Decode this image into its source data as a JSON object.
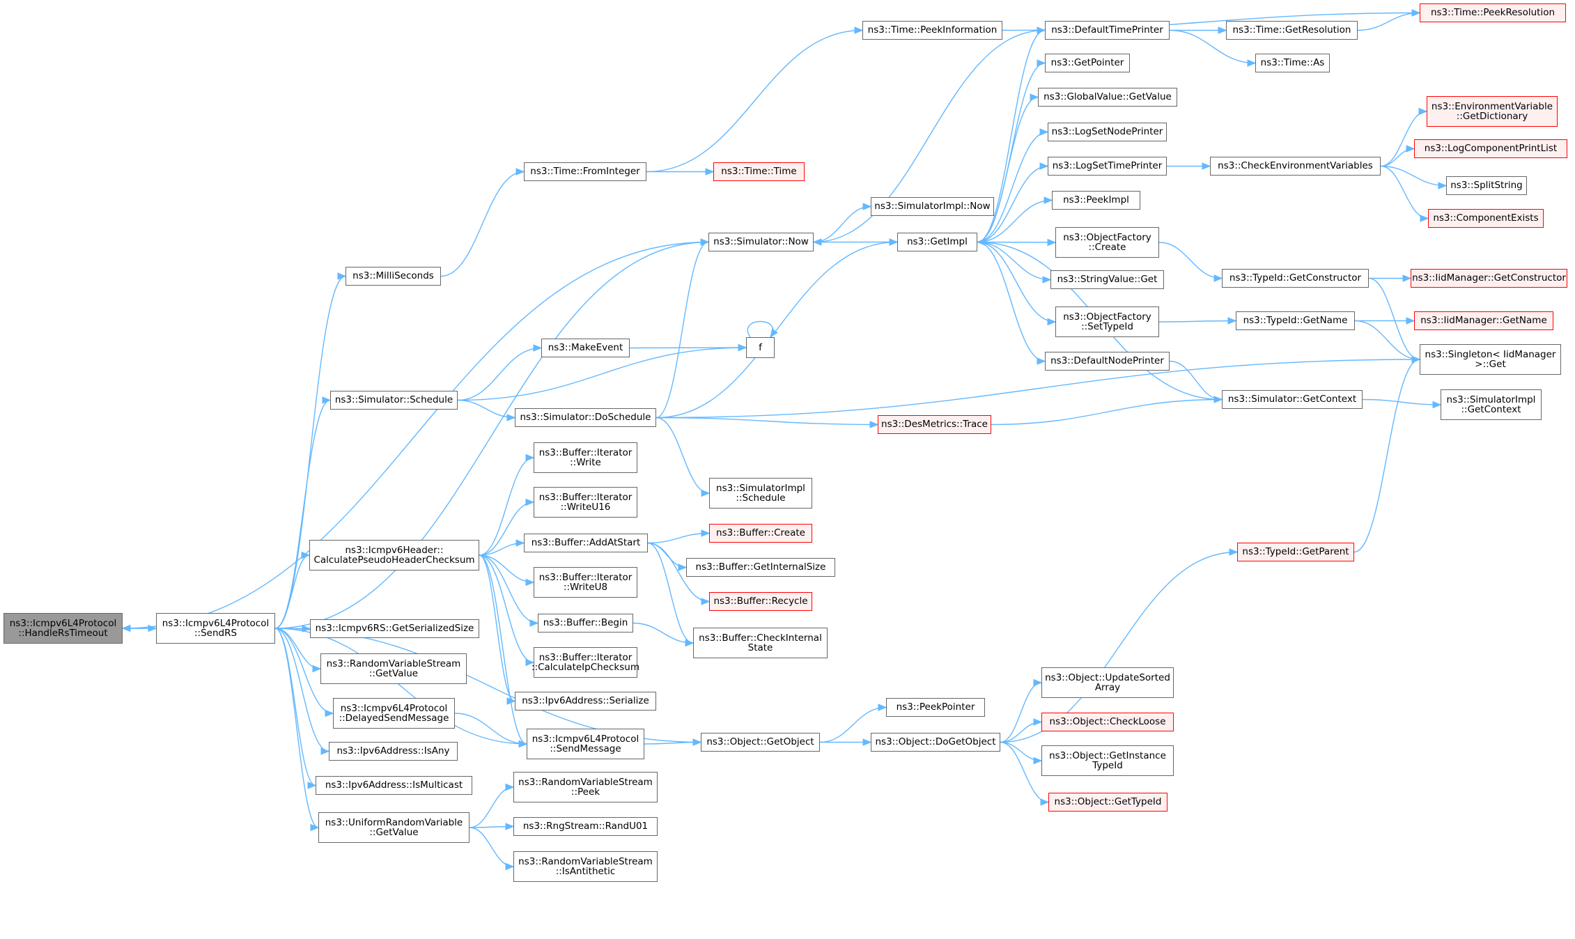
{
  "graph": {
    "nodes": [
      {
        "id": "handleRsTimeout",
        "lines": [
          "ns3::Icmpv6L4Protocol",
          "::HandleRsTimeout"
        ],
        "style": "root"
      },
      {
        "id": "sendRS",
        "lines": [
          "ns3::Icmpv6L4Protocol",
          "::SendRS"
        ],
        "style": "normal"
      },
      {
        "id": "milliSeconds",
        "lines": [
          "ns3::MilliSeconds"
        ],
        "style": "normal"
      },
      {
        "id": "simulatorSchedule",
        "lines": [
          "ns3::Simulator::Schedule"
        ],
        "style": "normal"
      },
      {
        "id": "calcPseudo",
        "lines": [
          "ns3::Icmpv6Header::",
          "CalculatePseudoHeaderChecksum"
        ],
        "style": "normal"
      },
      {
        "id": "rsGetSerializedSize",
        "lines": [
          "ns3::Icmpv6RS::GetSerializedSize"
        ],
        "style": "normal"
      },
      {
        "id": "rvsGetValue",
        "lines": [
          "ns3::RandomVariableStream",
          "::GetValue"
        ],
        "style": "normal"
      },
      {
        "id": "delayedSendMessage",
        "lines": [
          "ns3::Icmpv6L4Protocol",
          "::DelayedSendMessage"
        ],
        "style": "normal"
      },
      {
        "id": "ipv6IsAny",
        "lines": [
          "ns3::Ipv6Address::IsAny"
        ],
        "style": "normal"
      },
      {
        "id": "ipv6IsMulticast",
        "lines": [
          "ns3::Ipv6Address::IsMulticast"
        ],
        "style": "normal"
      },
      {
        "id": "urvGetValue",
        "lines": [
          "ns3::UniformRandomVariable",
          "::GetValue"
        ],
        "style": "normal"
      },
      {
        "id": "timeFromInteger",
        "lines": [
          "ns3::Time::FromInteger"
        ],
        "style": "normal"
      },
      {
        "id": "makeEvent",
        "lines": [
          "ns3::MakeEvent"
        ],
        "style": "normal"
      },
      {
        "id": "doSchedule",
        "lines": [
          "ns3::Simulator::DoSchedule"
        ],
        "style": "normal"
      },
      {
        "id": "bufIterWrite",
        "lines": [
          "ns3::Buffer::Iterator",
          "::Write"
        ],
        "style": "normal"
      },
      {
        "id": "bufIterWriteU16",
        "lines": [
          "ns3::Buffer::Iterator",
          "::WriteU16"
        ],
        "style": "normal"
      },
      {
        "id": "bufAddAtStart",
        "lines": [
          "ns3::Buffer::AddAtStart"
        ],
        "style": "normal"
      },
      {
        "id": "bufIterWriteU8",
        "lines": [
          "ns3::Buffer::Iterator",
          "::WriteU8"
        ],
        "style": "normal"
      },
      {
        "id": "bufBegin",
        "lines": [
          "ns3::Buffer::Begin"
        ],
        "style": "normal"
      },
      {
        "id": "bufIterCalcIp",
        "lines": [
          "ns3::Buffer::Iterator",
          "::CalculateIpChecksum"
        ],
        "style": "normal"
      },
      {
        "id": "ipv6Serialize",
        "lines": [
          "ns3::Ipv6Address::Serialize"
        ],
        "style": "normal"
      },
      {
        "id": "sendMessage",
        "lines": [
          "ns3::Icmpv6L4Protocol",
          "::SendMessage"
        ],
        "style": "normal"
      },
      {
        "id": "rvsPeek",
        "lines": [
          "ns3::RandomVariableStream",
          "::Peek"
        ],
        "style": "normal"
      },
      {
        "id": "randU01",
        "lines": [
          "ns3::RngStream::RandU01"
        ],
        "style": "normal"
      },
      {
        "id": "isAntithetic",
        "lines": [
          "ns3::RandomVariableStream",
          "::IsAntithetic"
        ],
        "style": "normal"
      },
      {
        "id": "peekInformation",
        "lines": [
          "ns3::Time::PeekInformation"
        ],
        "style": "normal"
      },
      {
        "id": "timeTime",
        "lines": [
          "ns3::Time::Time"
        ],
        "style": "red"
      },
      {
        "id": "simulatorNow",
        "lines": [
          "ns3::Simulator::Now"
        ],
        "style": "normal"
      },
      {
        "id": "f",
        "lines": [
          "f"
        ],
        "style": "normal"
      },
      {
        "id": "simImplSchedule",
        "lines": [
          "ns3::SimulatorImpl",
          "::Schedule"
        ],
        "style": "normal"
      },
      {
        "id": "desMetricsTrace",
        "lines": [
          "ns3::DesMetrics::Trace"
        ],
        "style": "red"
      },
      {
        "id": "bufCreate",
        "lines": [
          "ns3::Buffer::Create"
        ],
        "style": "red"
      },
      {
        "id": "bufGetInternalSize",
        "lines": [
          "ns3::Buffer::GetInternalSize"
        ],
        "style": "normal"
      },
      {
        "id": "bufRecycle",
        "lines": [
          "ns3::Buffer::Recycle"
        ],
        "style": "red"
      },
      {
        "id": "bufCheckInternalState",
        "lines": [
          "ns3::Buffer::CheckInternal",
          "State"
        ],
        "style": "normal"
      },
      {
        "id": "objGetObject",
        "lines": [
          "ns3::Object::GetObject"
        ],
        "style": "normal"
      },
      {
        "id": "simImplNow",
        "lines": [
          "ns3::SimulatorImpl::Now"
        ],
        "style": "normal"
      },
      {
        "id": "getImpl",
        "lines": [
          "ns3::GetImpl"
        ],
        "style": "normal"
      },
      {
        "id": "peekPointer",
        "lines": [
          "ns3::PeekPointer"
        ],
        "style": "normal"
      },
      {
        "id": "doGetObject",
        "lines": [
          "ns3::Object::DoGetObject"
        ],
        "style": "normal"
      },
      {
        "id": "defaultTimePrinter",
        "lines": [
          "ns3::DefaultTimePrinter"
        ],
        "style": "normal"
      },
      {
        "id": "getPointer",
        "lines": [
          "ns3::GetPointer"
        ],
        "style": "normal"
      },
      {
        "id": "globalValueGetValue",
        "lines": [
          "ns3::GlobalValue::GetValue"
        ],
        "style": "normal"
      },
      {
        "id": "logSetNodePrinter",
        "lines": [
          "ns3::LogSetNodePrinter"
        ],
        "style": "normal"
      },
      {
        "id": "logSetTimePrinter",
        "lines": [
          "ns3::LogSetTimePrinter"
        ],
        "style": "normal"
      },
      {
        "id": "peekImpl",
        "lines": [
          "ns3::PeekImpl"
        ],
        "style": "normal"
      },
      {
        "id": "objFactoryCreate",
        "lines": [
          "ns3::ObjectFactory",
          "::Create"
        ],
        "style": "normal"
      },
      {
        "id": "stringValueGet",
        "lines": [
          "ns3::StringValue::Get"
        ],
        "style": "normal"
      },
      {
        "id": "objFactorySetTypeId",
        "lines": [
          "ns3::ObjectFactory",
          "::SetTypeId"
        ],
        "style": "normal"
      },
      {
        "id": "defaultNodePrinter",
        "lines": [
          "ns3::DefaultNodePrinter"
        ],
        "style": "normal"
      },
      {
        "id": "updateSortedArray",
        "lines": [
          "ns3::Object::UpdateSorted",
          "Array"
        ],
        "style": "normal"
      },
      {
        "id": "checkLoose",
        "lines": [
          "ns3::Object::CheckLoose"
        ],
        "style": "red"
      },
      {
        "id": "getInstanceTypeId",
        "lines": [
          "ns3::Object::GetInstance",
          "TypeId"
        ],
        "style": "normal"
      },
      {
        "id": "objGetTypeId",
        "lines": [
          "ns3::Object::GetTypeId"
        ],
        "style": "red"
      },
      {
        "id": "timeGetResolution",
        "lines": [
          "ns3::Time::GetResolution"
        ],
        "style": "normal"
      },
      {
        "id": "timeAs",
        "lines": [
          "ns3::Time::As"
        ],
        "style": "normal"
      },
      {
        "id": "checkEnvVars",
        "lines": [
          "ns3::CheckEnvironmentVariables"
        ],
        "style": "normal"
      },
      {
        "id": "typeIdGetConstructor",
        "lines": [
          "ns3::TypeId::GetConstructor"
        ],
        "style": "normal"
      },
      {
        "id": "typeIdGetName",
        "lines": [
          "ns3::TypeId::GetName"
        ],
        "style": "normal"
      },
      {
        "id": "simGetContext",
        "lines": [
          "ns3::Simulator::GetContext"
        ],
        "style": "normal"
      },
      {
        "id": "typeIdGetParent",
        "lines": [
          "ns3::TypeId::GetParent"
        ],
        "style": "red"
      },
      {
        "id": "timePeekResolution",
        "lines": [
          "ns3::Time::PeekResolution"
        ],
        "style": "red"
      },
      {
        "id": "envVarGetDictionary",
        "lines": [
          "ns3::EnvironmentVariable",
          "::GetDictionary"
        ],
        "style": "red"
      },
      {
        "id": "logComponentPrintList",
        "lines": [
          "ns3::LogComponentPrintList"
        ],
        "style": "red"
      },
      {
        "id": "splitString",
        "lines": [
          "ns3::SplitString"
        ],
        "style": "normal"
      },
      {
        "id": "componentExists",
        "lines": [
          "ns3::ComponentExists"
        ],
        "style": "red"
      },
      {
        "id": "iidGetConstructor",
        "lines": [
          "ns3::IidManager::GetConstructor"
        ],
        "style": "red"
      },
      {
        "id": "iidGetName",
        "lines": [
          "ns3::IidManager::GetName"
        ],
        "style": "red"
      },
      {
        "id": "singletonGet",
        "lines": [
          "ns3::Singleton< IidManager",
          ">::Get"
        ],
        "style": "normal"
      },
      {
        "id": "simImplGetContext",
        "lines": [
          "ns3::SimulatorImpl",
          "::GetContext"
        ],
        "style": "normal"
      }
    ],
    "edges": [
      [
        "handleRsTimeout",
        "sendRS"
      ],
      [
        "sendRS",
        "handleRsTimeout"
      ],
      [
        "handleRsTimeout",
        "simulatorNow"
      ],
      [
        "sendRS",
        "milliSeconds"
      ],
      [
        "sendRS",
        "simulatorNow"
      ],
      [
        "sendRS",
        "simulatorSchedule"
      ],
      [
        "sendRS",
        "calcPseudo"
      ],
      [
        "sendRS",
        "rsGetSerializedSize"
      ],
      [
        "sendRS",
        "rvsGetValue"
      ],
      [
        "sendRS",
        "delayedSendMessage"
      ],
      [
        "sendRS",
        "ipv6IsAny"
      ],
      [
        "sendRS",
        "ipv6IsMulticast"
      ],
      [
        "sendRS",
        "urvGetValue"
      ],
      [
        "sendRS",
        "sendMessage"
      ],
      [
        "sendRS",
        "objGetObject"
      ],
      [
        "milliSeconds",
        "timeFromInteger"
      ],
      [
        "timeFromInteger",
        "peekInformation"
      ],
      [
        "timeFromInteger",
        "timeTime"
      ],
      [
        "peekInformation",
        "timePeekResolution"
      ],
      [
        "simulatorSchedule",
        "makeEvent"
      ],
      [
        "simulatorSchedule",
        "f"
      ],
      [
        "simulatorSchedule",
        "doSchedule"
      ],
      [
        "makeEvent",
        "f"
      ],
      [
        "f",
        "f"
      ],
      [
        "doSchedule",
        "simulatorNow"
      ],
      [
        "doSchedule",
        "getImpl"
      ],
      [
        "doSchedule",
        "desMetricsTrace"
      ],
      [
        "doSchedule",
        "simImplSchedule"
      ],
      [
        "doSchedule",
        "singletonGet"
      ],
      [
        "calcPseudo",
        "bufIterWrite"
      ],
      [
        "calcPseudo",
        "bufIterWriteU16"
      ],
      [
        "calcPseudo",
        "bufAddAtStart"
      ],
      [
        "calcPseudo",
        "bufIterWriteU8"
      ],
      [
        "calcPseudo",
        "bufBegin"
      ],
      [
        "calcPseudo",
        "bufIterCalcIp"
      ],
      [
        "calcPseudo",
        "ipv6Serialize"
      ],
      [
        "calcPseudo",
        "sendMessage"
      ],
      [
        "bufAddAtStart",
        "bufCreate"
      ],
      [
        "bufAddAtStart",
        "bufGetInternalSize"
      ],
      [
        "bufAddAtStart",
        "bufRecycle"
      ],
      [
        "bufAddAtStart",
        "bufCheckInternalState"
      ],
      [
        "bufBegin",
        "bufCheckInternalState"
      ],
      [
        "delayedSendMessage",
        "sendMessage"
      ],
      [
        "sendMessage",
        "objGetObject"
      ],
      [
        "urvGetValue",
        "rvsPeek"
      ],
      [
        "urvGetValue",
        "randU01"
      ],
      [
        "urvGetValue",
        "isAntithetic"
      ],
      [
        "simulatorNow",
        "simImplNow"
      ],
      [
        "simulatorNow",
        "getImpl"
      ],
      [
        "getImpl",
        "defaultTimePrinter"
      ],
      [
        "getImpl",
        "getPointer"
      ],
      [
        "getImpl",
        "globalValueGetValue"
      ],
      [
        "getImpl",
        "logSetNodePrinter"
      ],
      [
        "getImpl",
        "logSetTimePrinter"
      ],
      [
        "getImpl",
        "peekImpl"
      ],
      [
        "getImpl",
        "objFactoryCreate"
      ],
      [
        "getImpl",
        "stringValueGet"
      ],
      [
        "getImpl",
        "objFactorySetTypeId"
      ],
      [
        "getImpl",
        "defaultNodePrinter"
      ],
      [
        "defaultTimePrinter",
        "simulatorNow"
      ],
      [
        "defaultTimePrinter",
        "timeGetResolution"
      ],
      [
        "defaultTimePrinter",
        "timeAs"
      ],
      [
        "timeGetResolution",
        "timePeekResolution"
      ],
      [
        "logSetTimePrinter",
        "checkEnvVars"
      ],
      [
        "checkEnvVars",
        "envVarGetDictionary"
      ],
      [
        "checkEnvVars",
        "logComponentPrintList"
      ],
      [
        "checkEnvVars",
        "splitString"
      ],
      [
        "checkEnvVars",
        "componentExists"
      ],
      [
        "objFactoryCreate",
        "typeIdGetConstructor"
      ],
      [
        "typeIdGetConstructor",
        "iidGetConstructor"
      ],
      [
        "typeIdGetConstructor",
        "singletonGet"
      ],
      [
        "objFactorySetTypeId",
        "typeIdGetName"
      ],
      [
        "typeIdGetName",
        "iidGetName"
      ],
      [
        "typeIdGetName",
        "singletonGet"
      ],
      [
        "defaultNodePrinter",
        "simGetContext"
      ],
      [
        "simGetContext",
        "getImpl"
      ],
      [
        "simGetContext",
        "simImplGetContext"
      ],
      [
        "desMetricsTrace",
        "simGetContext"
      ],
      [
        "objGetObject",
        "peekPointer"
      ],
      [
        "objGetObject",
        "doGetObject"
      ],
      [
        "doGetObject",
        "typeIdGetParent"
      ],
      [
        "doGetObject",
        "updateSortedArray"
      ],
      [
        "doGetObject",
        "checkLoose"
      ],
      [
        "doGetObject",
        "getInstanceTypeId"
      ],
      [
        "doGetObject",
        "objGetTypeId"
      ],
      [
        "typeIdGetParent",
        "singletonGet"
      ]
    ]
  }
}
